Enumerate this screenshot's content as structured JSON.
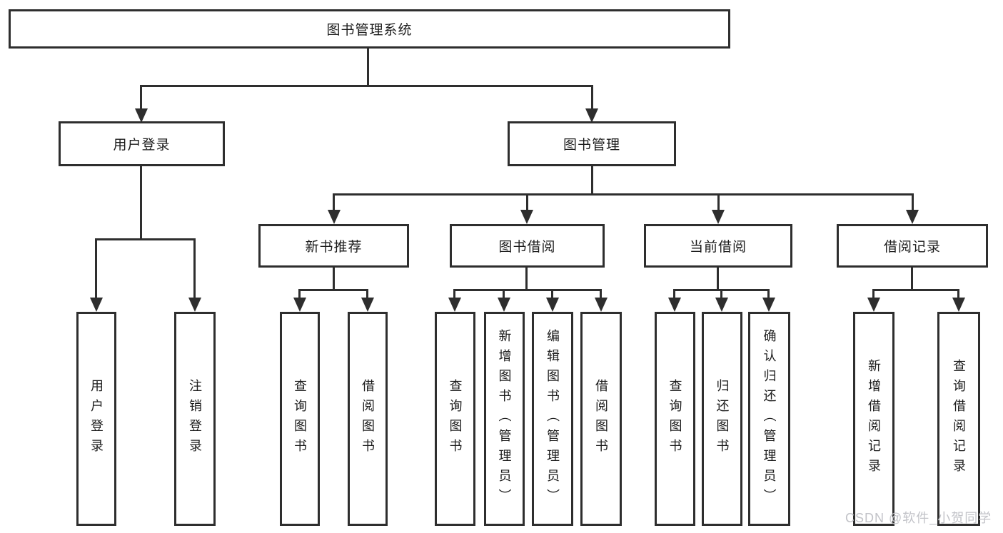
{
  "diagram": {
    "root": {
      "label": "图书管理系统"
    },
    "branches": [
      {
        "label": "用户登录",
        "children": [
          {
            "label": "用户登录"
          },
          {
            "label": "注销登录"
          }
        ]
      },
      {
        "label": "图书管理",
        "children": [
          {
            "label": "新书推荐",
            "children": [
              {
                "label": "查询图书"
              },
              {
                "label": "借阅图书"
              }
            ]
          },
          {
            "label": "图书借阅",
            "children": [
              {
                "label": "查询图书"
              },
              {
                "label": "新增图书（管理员）"
              },
              {
                "label": "编辑图书（管理员）"
              },
              {
                "label": "借阅图书"
              }
            ]
          },
          {
            "label": "当前借阅",
            "children": [
              {
                "label": "查询图书"
              },
              {
                "label": "归还图书"
              },
              {
                "label": "确认归还（管理员）"
              }
            ]
          },
          {
            "label": "借阅记录",
            "children": [
              {
                "label": "新增借阅记录"
              },
              {
                "label": "查询借阅记录"
              }
            ]
          }
        ]
      }
    ],
    "watermark": "CSDN @软件_小贺同学"
  },
  "colors": {
    "line": "#2e2e2e",
    "text": "#1c1c1c",
    "box_background": "#ffffff",
    "page_background": "#ffffff",
    "watermark": "#c2c3c8"
  }
}
